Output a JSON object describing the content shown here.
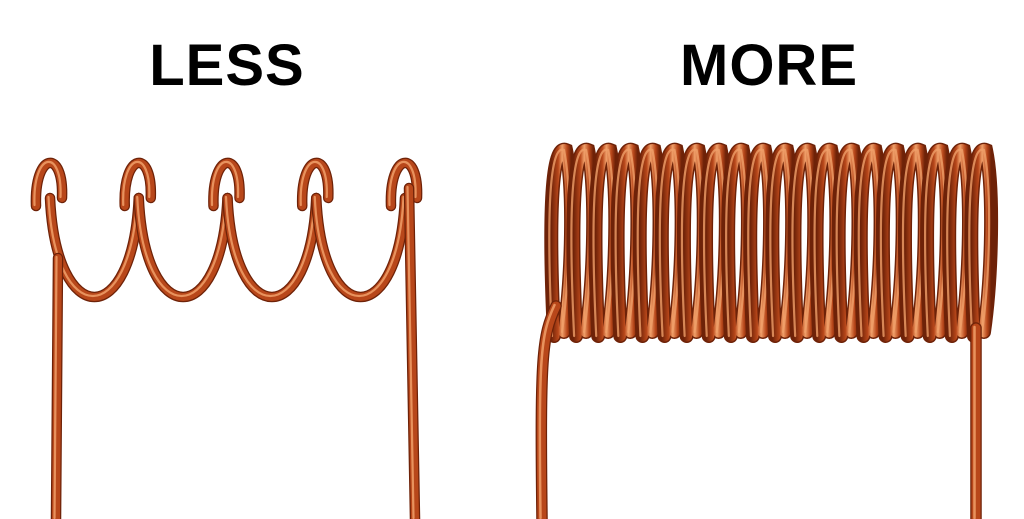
{
  "panels": [
    {
      "label": "LESS",
      "turns": 5
    },
    {
      "label": "MORE",
      "turns": 20
    }
  ],
  "colors": {
    "background": "#ffffff",
    "text": "#000000",
    "copper_dark": "#6e2208",
    "copper_mid": "#b8471a",
    "copper_light": "#f0a06a"
  }
}
